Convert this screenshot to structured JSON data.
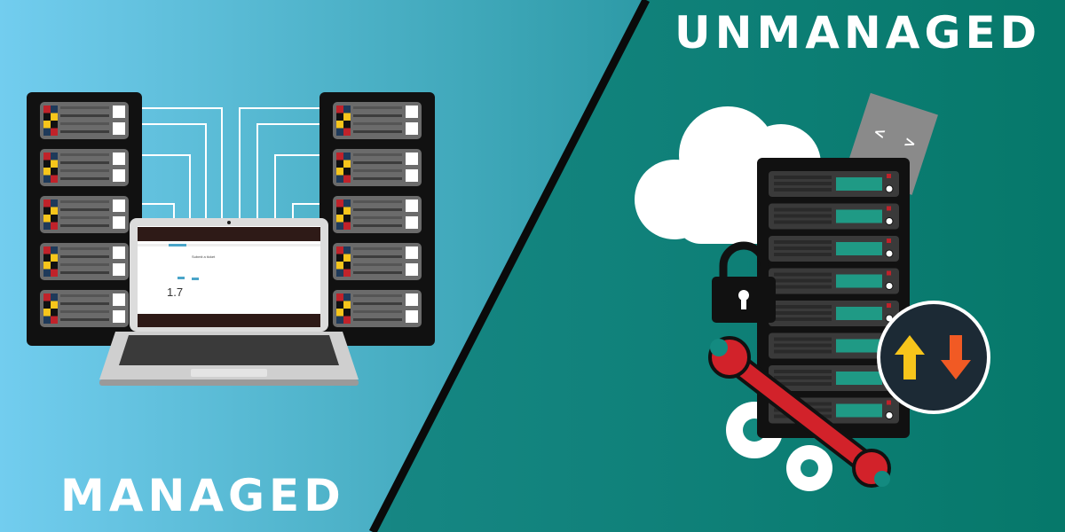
{
  "headings": {
    "right": "UNMANAGED",
    "left": "MANAGED"
  },
  "laptop_screen": {
    "heading": "Submit a ticket",
    "stat": "1.7"
  },
  "code_card": {
    "glyph_left": "<",
    "glyph_right": ">"
  },
  "colors": {
    "left_bg_start": "#72cdef",
    "left_bg_end": "#2d9aa6",
    "right_bg_start": "#1f8f92",
    "right_bg_end": "#06786a",
    "divider": "#0a0a0a",
    "rack": "#111111",
    "server_panel": "#6b6b6b",
    "display_green": "#1f9a85",
    "wrench": "#d2222a",
    "arrow_up": "#f7c51b",
    "arrow_down": "#f15a24",
    "arrow_badge": "#1c2a35"
  },
  "icons": [
    "server-rack-icon",
    "laptop-icon",
    "cloud-icon",
    "code-card-icon",
    "padlock-icon",
    "wrench-icon",
    "gear-icon",
    "up-down-arrows-icon"
  ]
}
